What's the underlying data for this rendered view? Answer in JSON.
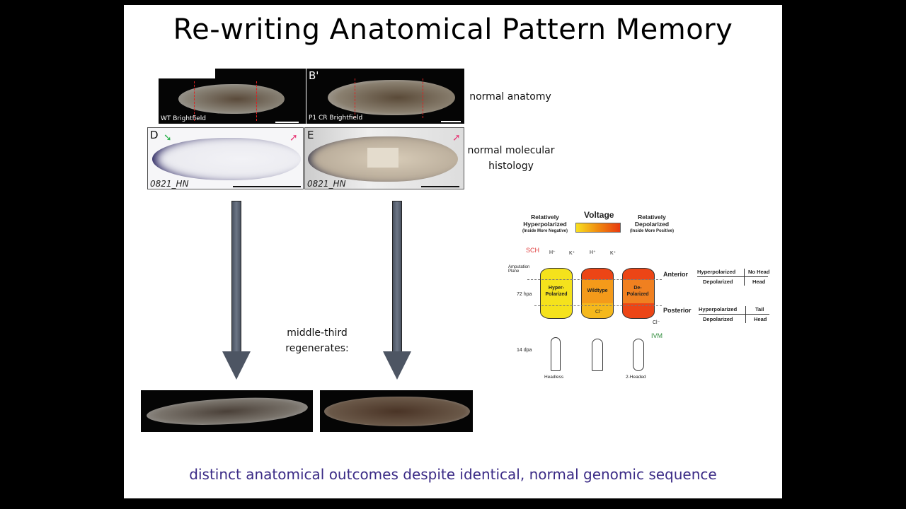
{
  "title": "Re-writing Anatomical Pattern Memory",
  "panels": {
    "wt_caption": "WT Brightfield",
    "p1_label": "B'",
    "p1_caption": "P1 CR Brightfield",
    "d_label": "D",
    "d_caption": "0821_HN",
    "e_label": "E",
    "e_caption": "0821_HN"
  },
  "notes": {
    "normal_anatomy": "normal anatomy",
    "molecular_line1": "normal molecular",
    "molecular_line2": "histology",
    "middle_line1": "middle-third",
    "middle_line2": "regenerates:"
  },
  "diagram": {
    "voltage": "Voltage",
    "hyper_title_1": "Relatively",
    "hyper_title_2": "Hyperpolarized",
    "hyper_sub": "(Inside More Negative)",
    "depol_title_1": "Relatively",
    "depol_title_2": "Depolarized",
    "depol_sub": "(Inside More Positive)",
    "sch": "SCH",
    "h": "H⁺",
    "k": "K⁺",
    "amputation": "Amputation Plane",
    "hpa": "72 hpa",
    "dpa": "14 dpa",
    "cyl1": "Hyper-Polarized",
    "cyl2": "Wildtype",
    "cyl3": "De-Polarized",
    "cl": "Cl⁻",
    "ivm": "IVM",
    "anterior": "Anterior",
    "posterior": "Posterior",
    "ant_table": [
      [
        "Hyperpolarized",
        "No Head"
      ],
      [
        "Depolarized",
        "Head"
      ]
    ],
    "post_table": [
      [
        "Hyperpolarized",
        "Tail"
      ],
      [
        "Depolarized",
        "Head"
      ]
    ],
    "out1": "Headless",
    "out3": "2-Headed",
    "colors": {
      "yellow": "#f5e21c",
      "orange": "#f49a1a",
      "red": "#ec4516",
      "ivm": "#2e8b3a",
      "sch": "#e04040"
    }
  },
  "footer": "distinct anatomical outcomes despite identical, normal genomic sequence"
}
